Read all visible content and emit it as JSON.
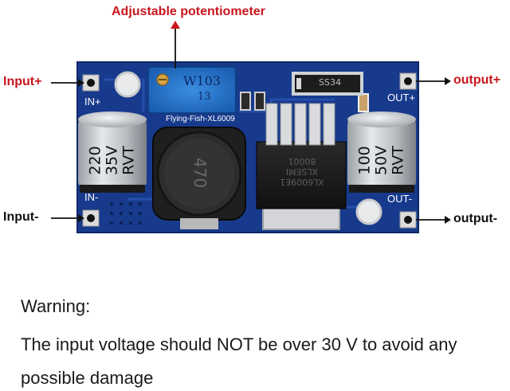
{
  "callouts": {
    "potentiometer": "Adjustable potentiometer",
    "input_plus": "Input+",
    "input_minus": "Input-",
    "output_plus": "output+",
    "output_minus": "output-"
  },
  "board": {
    "in_plus": "IN+",
    "in_minus": "IN-",
    "out_plus": "OUT+",
    "out_minus": "OUT-",
    "brand": "Flying-Fish-XL6009",
    "pot_code": "W103",
    "pot_sub": "13",
    "inductor_code": "470",
    "cap_left": [
      "220",
      "35V",
      "RVT"
    ],
    "cap_right": [
      "100",
      "50V",
      "RVT"
    ],
    "chip_lines": [
      "XL6009E1",
      "XLSEMI",
      "80001"
    ],
    "diode_code": "SS34"
  },
  "colors": {
    "pcb": "#173a8c",
    "callout": "#c8161d"
  },
  "warning": {
    "title": "Warning:",
    "line1": "The input voltage should NOT be over 30 V to avoid any",
    "line2": "possible damage"
  }
}
